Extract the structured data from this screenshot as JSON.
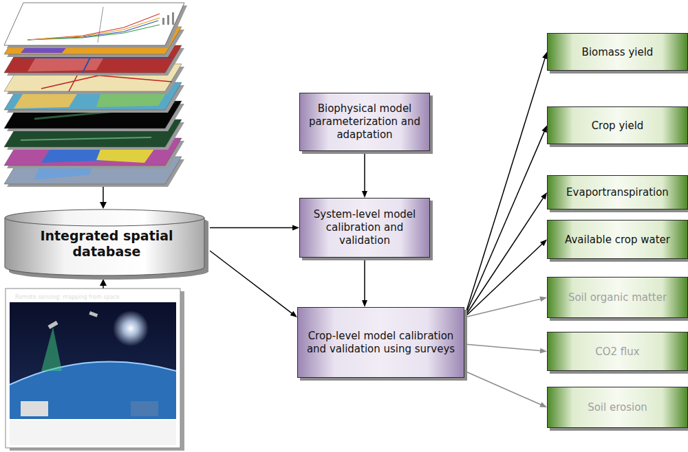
{
  "diagram": {
    "nodes": [
      {
        "text": [
          "Integrated spatial database"
        ]
      },
      {
        "text": [
          "Biophysical model parameterization and adaptation"
        ]
      },
      {
        "text": [
          "System-level model calibration and validation"
        ]
      },
      {
        "text": [
          "Crop-level model calibration and validation using surveys"
        ]
      },
      {
        "text": [
          "Biomass yield"
        ]
      },
      {
        "text": [
          "Crop yield"
        ]
      },
      {
        "text": [
          "Evaportranspiration"
        ]
      },
      {
        "text": [
          "Available crop water"
        ]
      },
      {
        "text": [
          "Soil organic matter"
        ]
      },
      {
        "text": [
          "CO2 flux"
        ]
      },
      {
        "text": [
          "Soil erosion"
        ]
      }
    ],
    "edges": [
      {
        "from": 0,
        "to": 2,
        "arrow": "to"
      },
      {
        "from": 0,
        "to": 3,
        "arrow": "to"
      },
      {
        "from": 1,
        "to": 2,
        "arrow": "to"
      },
      {
        "from": 2,
        "to": 3,
        "arrow": "to"
      },
      {
        "from": 3,
        "to": 4,
        "arrow": "to"
      },
      {
        "from": 3,
        "to": 5,
        "arrow": "to"
      },
      {
        "from": 3,
        "to": 6,
        "arrow": "to"
      },
      {
        "from": 3,
        "to": 7,
        "arrow": "to"
      },
      {
        "from": 3,
        "to": 8,
        "arrow": "to"
      },
      {
        "from": 3,
        "to": 9,
        "arrow": "to"
      },
      {
        "from": 3,
        "to": 10,
        "arrow": "to"
      }
    ],
    "labels": [
      "Remote sensing: mapping from space"
    ]
  }
}
